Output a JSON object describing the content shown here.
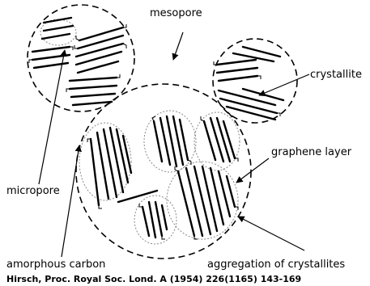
{
  "labels": {
    "mesopore": "mesopore",
    "crystallite": "crystallite",
    "graphene_layer": "graphene layer",
    "micropore": "micropore",
    "amorphous_carbon": "amorphous carbon",
    "aggregation": "aggregation of crystallites"
  },
  "citation": "Hirsch, Proc. Royal Soc. Lond. A (1954) 226(1165) 143-169",
  "colors": {
    "ink": "#000000",
    "dotted_outline": "#888888"
  }
}
